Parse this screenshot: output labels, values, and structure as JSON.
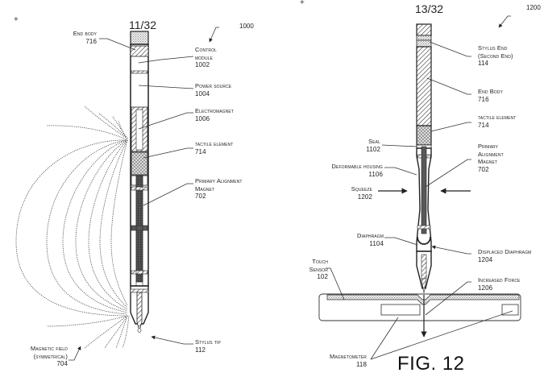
{
  "left_figure": {
    "page_number": "11/32",
    "reference": "1000",
    "labels": {
      "end_body": {
        "text": "End body",
        "num": "716"
      },
      "control_module": {
        "text1": "Control",
        "text2": "module",
        "num": "1002"
      },
      "power_source": {
        "text": "Power source",
        "num": "1004"
      },
      "electromagnet": {
        "text": "Electromagnet",
        "num": "1006"
      },
      "tactile_element": {
        "text": "tactile element",
        "num": "714"
      },
      "primary_alignment_magnet": {
        "text1": "Primary Alignment",
        "text2": "Magnet",
        "num": "702"
      },
      "stylus_tip": {
        "text": "Stylus tip",
        "num": "112"
      },
      "magnetic_field": {
        "text1": "Magnetic field",
        "text2": "(symmetrical)",
        "num": "704"
      }
    }
  },
  "right_figure": {
    "page_number": "13/32",
    "reference": "1200",
    "figure_caption": "FIG. 12",
    "labels": {
      "stylus_end": {
        "text1": "Stylus End",
        "text2": "(Second End)",
        "num": "114"
      },
      "end_body": {
        "text": "End Body",
        "num": "716"
      },
      "tactile_element": {
        "text": "tactile element",
        "num": "714"
      },
      "seal": {
        "text": "Seal",
        "num": "1102"
      },
      "primary_alignment_magnet": {
        "text1": "Primary",
        "text2": "Alignment",
        "text3": "Magnet",
        "num": "702"
      },
      "deformable_housing": {
        "text": "Deformable housing",
        "num": "1106"
      },
      "squeeze": {
        "text": "Squeeze",
        "num": "1202"
      },
      "diaphragm": {
        "text": "Diaphragm",
        "num": "1104"
      },
      "displaced_diaphragm": {
        "text": "Displaced Diaphragm",
        "num": "1204"
      },
      "touch_sensor": {
        "text1": "Touch",
        "text2": "Sensor",
        "num": "102"
      },
      "increased_force": {
        "text": "Increased Force",
        "num": "1206"
      },
      "magnetometer": {
        "text": "Magnetometer",
        "num": "118"
      }
    }
  },
  "marks": {
    "crosshair": "+"
  }
}
